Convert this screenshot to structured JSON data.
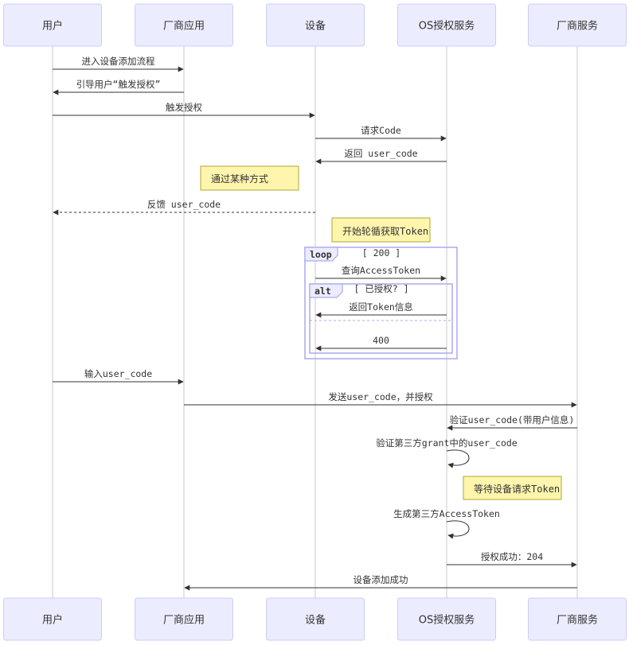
{
  "participants": [
    "用户",
    "厂商应用",
    "设备",
    "OS授权服务",
    "厂商服务"
  ],
  "messages": [
    {
      "from": 0,
      "to": 1,
      "text": "进入设备添加流程"
    },
    {
      "from": 1,
      "to": 0,
      "text": "引导用户“触发授权”"
    },
    {
      "from": 0,
      "to": 2,
      "text": "触发授权"
    },
    {
      "from": 2,
      "to": 3,
      "text": "请求Code"
    },
    {
      "from": 3,
      "to": 2,
      "text": "返回 user_code"
    },
    {
      "from": 2,
      "to": 0,
      "text": "反馈 user_code",
      "dashed": true
    },
    {
      "from": 2,
      "to": 3,
      "text": "查询AccessToken"
    },
    {
      "from": 3,
      "to": 2,
      "text": "返回Token信息"
    },
    {
      "from": 3,
      "to": 2,
      "text": "400"
    },
    {
      "from": 0,
      "to": 1,
      "text": "输入user_code"
    },
    {
      "from": 1,
      "to": 4,
      "text": "发送user_code，并授权"
    },
    {
      "from": 4,
      "to": 3,
      "text": "验证user_code(带用户信息)"
    },
    {
      "from": 3,
      "to": 3,
      "text": "验证第三方grant中的user_code"
    },
    {
      "from": 3,
      "to": 3,
      "text": "生成第三方AccessToken"
    },
    {
      "from": 3,
      "to": 4,
      "text": "授权成功：204"
    },
    {
      "from": 4,
      "to": 1,
      "text": "设备添加成功"
    }
  ],
  "notes": [
    {
      "text": "通过某种方式"
    },
    {
      "text": "开始轮循获取",
      "mono": "Token"
    },
    {
      "text": "等待设备请求",
      "mono": "Token"
    }
  ],
  "frames": {
    "loop": {
      "label": "loop",
      "condition": "[ 200 ]"
    },
    "alt": {
      "label": "alt",
      "condition": "[ 已授权? ]"
    }
  }
}
